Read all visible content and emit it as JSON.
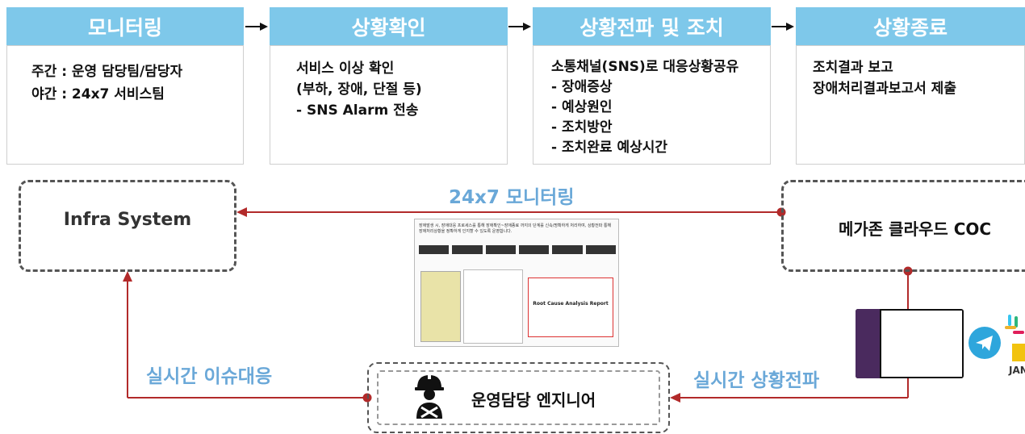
{
  "stages": [
    {
      "title": "모니터링",
      "lines": [
        "주간 : 운영 담당팀/담당자",
        "야간 : 24x7 서비스팀"
      ]
    },
    {
      "title": "상황확인",
      "lines": [
        "서비스 이상 확인",
        "(부하, 장애, 단절 등)",
        "- SNS Alarm 전송"
      ]
    },
    {
      "title": "상황전파 및 조치",
      "lines": [
        "소통채널(SNS)로 대응상황공유",
        "- 장애증상",
        "- 예상원인",
        "- 조치방안",
        "- 조치완료 예상시간"
      ]
    },
    {
      "title": "상황종료",
      "lines": [
        "조치결과 보고",
        "장애처리결과보고서 제출"
      ]
    }
  ],
  "nodes": {
    "infra": "Infra System",
    "coc": "메가존 클라우드 COC",
    "engineer": "운영담당 엔지니어"
  },
  "flows": {
    "monitoring": "24x7 모니터링",
    "realtime_issue": "실시간 이슈대응",
    "realtime_share": "실시간 상황전파"
  },
  "doc": {
    "header": "장애발생 시, 장애대응 프로세스를 통해 장애확인~장애종료 까지의 단계를 신속/명확하게 처리하여, 상황전파 통해 장애처리상황을 정확하게 인지할 수 있도록 운영합니다.",
    "report": "Root Cause Analysis Report"
  },
  "sns_logo_text": "JAN",
  "colors": {
    "header": "#7ec8ea",
    "flow_line": "#b22a2a",
    "flow_text": "#6aa8d8"
  }
}
